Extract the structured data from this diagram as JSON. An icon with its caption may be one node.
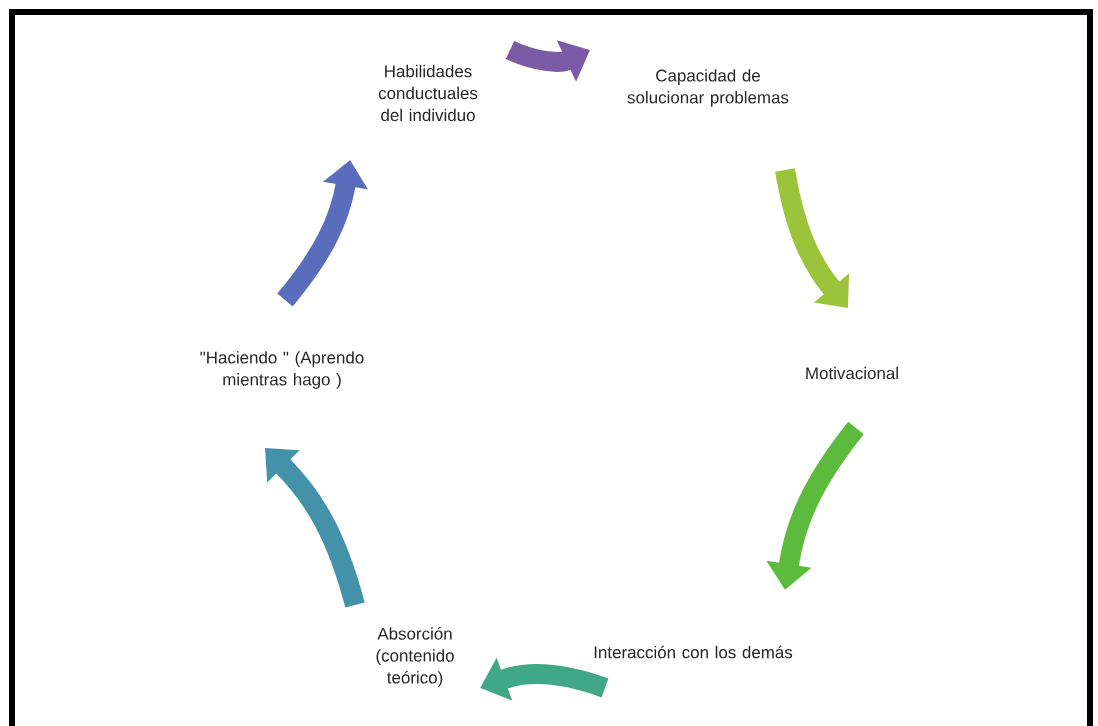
{
  "diagram": {
    "nodes": [
      {
        "text": [
          "Habilidades conductuales del individuo"
        ]
      },
      {
        "text": [
          "Capacidad de solucionar problemas"
        ]
      },
      {
        "text": [
          "Motivacional"
        ]
      },
      {
        "text": [
          "Interacción con los demás"
        ]
      },
      {
        "text": [
          "Absorción (contenido teórico)"
        ]
      },
      {
        "text": [
          "\"Haciendo \" (Aprendo mientras hago )"
        ]
      }
    ],
    "edges": [
      {
        "from": 0,
        "to": 1,
        "arrow": "to",
        "color": "#7b5aa6"
      },
      {
        "from": 1,
        "to": 2,
        "arrow": "to",
        "color": "#9cc43a"
      },
      {
        "from": 2,
        "to": 3,
        "arrow": "to",
        "color": "#5cba3c"
      },
      {
        "from": 3,
        "to": 4,
        "arrow": "to",
        "color": "#40a886"
      },
      {
        "from": 4,
        "to": 5,
        "arrow": "to",
        "color": "#4392aa"
      },
      {
        "from": 5,
        "to": 0,
        "arrow": "to",
        "color": "#5a6cbc"
      }
    ]
  }
}
